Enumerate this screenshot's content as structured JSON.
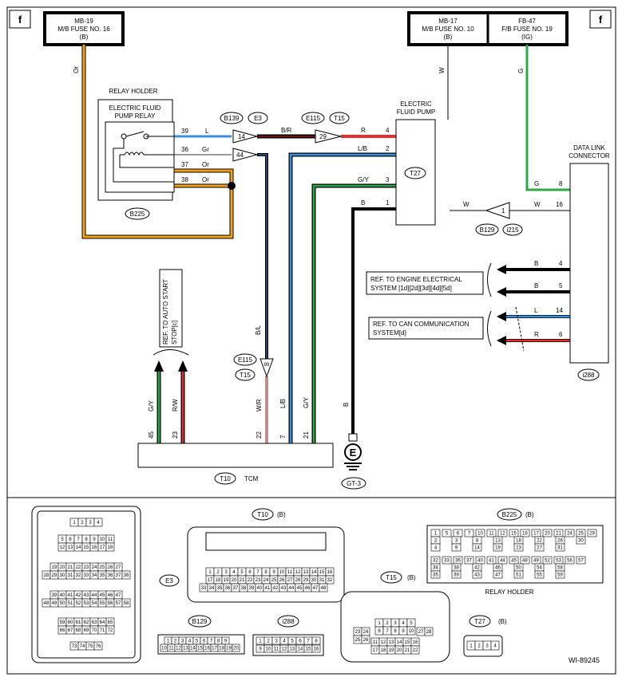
{
  "colors": {
    "orange": "#f5a21b",
    "blue": "#3b8fe0",
    "red": "#e03030",
    "green": "#2ca84a",
    "black": "#000000",
    "brown_red": "#8b1a1a",
    "white_stripe": "#ffffff"
  },
  "page_tags": {
    "left": "f",
    "right": "f"
  },
  "fuses": {
    "mb19": {
      "line1": "MB-19",
      "line2": "M/B FUSE NO. 16",
      "line3": "(B)"
    },
    "mb17": {
      "line1": "MB-17",
      "line2": "M/B FUSE NO. 10",
      "line3": "(B)"
    },
    "fb47": {
      "line1": "FB-47",
      "line2": "F/B FUSE NO. 19",
      "line3": "(IG)"
    }
  },
  "relay": {
    "holder_title": "RELAY HOLDER",
    "relay_title_1": "ELECTRIC FLUID",
    "relay_title_2": "PUMP RELAY",
    "connector": "B225",
    "pins": [
      "39",
      "36",
      "37",
      "38"
    ],
    "wire_colors": [
      "L",
      "Gr",
      "Or",
      "Or"
    ]
  },
  "pump": {
    "title_1": "ELECTRIC",
    "title_2": "FLUID PUMP",
    "connector": "T27",
    "pins": [
      "4",
      "2",
      "3",
      "1"
    ]
  },
  "dlc": {
    "title_1": "DATA LINK",
    "title_2": "CONNECTOR",
    "connector": "i288",
    "pins": [
      "8",
      "16",
      "4",
      "5",
      "14",
      "6"
    ]
  },
  "tcm": {
    "label": "TCM",
    "connector": "T10",
    "pins": [
      "45",
      "23",
      "22",
      "7",
      "21"
    ]
  },
  "ground": {
    "symbol": "E",
    "label": "GT-3"
  },
  "refs": {
    "auto_start_1": "REF. TO AUTO START",
    "auto_start_2": "STOP[c]",
    "engine_1": "REF. TO ENGINE ELECTRICAL",
    "engine_2": "SYSTEM [1d][2d][3d][4d][5d]",
    "can_1": "REF. TO CAN COMMUNICATION",
    "can_2": "SYSTEM[d]"
  },
  "wire_labels": {
    "or_v": "Or",
    "w_v": "W",
    "g_v": "G",
    "br": "B/R",
    "r": "R",
    "lb": "L/B",
    "gy": "G/Y",
    "b": "B",
    "bl": "B/L",
    "g_dlc": "G",
    "w_dlc": "W",
    "w_left": "W",
    "b4": "B",
    "b5": "B",
    "l14": "L",
    "r6": "R",
    "gy_tcm": "G/Y",
    "rw_tcm": "R/W",
    "wr_tcm": "W/R",
    "lb_tcm": "L/B",
    "gy_tcm2": "G/Y",
    "b_gnd": "B"
  },
  "joints": {
    "b139": "B139",
    "e3": "E3",
    "e115": "E115",
    "t15": "T15",
    "b129": "B129",
    "i215": "i215",
    "pin14": "14",
    "pin44": "44",
    "pin29": "29",
    "pin1": "1",
    "pin89": "89"
  },
  "lower_labels": {
    "e3": "E3",
    "t10": "T10",
    "t10_b": "(B)",
    "b225": "B225",
    "b225_b": "(B)",
    "relay_holder": "RELAY HOLDER",
    "t15": "T15",
    "t15_b": "(B)",
    "t27": "T27",
    "t27_b": "(B)",
    "b129": "B129",
    "i288": "i288",
    "figure_id": "WI-89245"
  },
  "pinouts": {
    "e3": [
      [
        "1",
        "2",
        "3",
        "4"
      ],
      [
        "5",
        "6",
        "7",
        "8",
        "9",
        "10",
        "11"
      ],
      [
        "12",
        "13",
        "14",
        "15",
        "16",
        "17",
        "18"
      ],
      [
        "19",
        "20",
        "21",
        "22",
        "23",
        "24",
        "25",
        "26",
        "27"
      ],
      [
        "28",
        "29",
        "30",
        "31",
        "32",
        "33",
        "34",
        "35",
        "36",
        "37",
        "38"
      ],
      [
        "39",
        "40",
        "41",
        "42",
        "43",
        "44",
        "45",
        "46",
        "47"
      ],
      [
        "48",
        "49",
        "50",
        "51",
        "52",
        "53",
        "54",
        "55",
        "56",
        "57",
        "58"
      ],
      [
        "59",
        "60",
        "61",
        "62",
        "63",
        "64",
        "65"
      ],
      [
        "66",
        "67",
        "68",
        "69",
        "70",
        "71",
        "72"
      ],
      [
        "73",
        "74",
        "75",
        "76"
      ]
    ],
    "t10": [
      [
        "1",
        "2",
        "3",
        "4",
        "5",
        "6",
        "7",
        "8",
        "9",
        "10",
        "11",
        "12",
        "13",
        "14",
        "15",
        "16"
      ],
      [
        "17",
        "18",
        "19",
        "20",
        "21",
        "22",
        "23",
        "24",
        "25",
        "26",
        "27",
        "28",
        "29",
        "30",
        "31",
        "32"
      ],
      [
        "33",
        "34",
        "35",
        "36",
        "37",
        "38",
        "39",
        "40",
        "41",
        "42",
        "43",
        "44",
        "45",
        "46",
        "47",
        "48"
      ]
    ],
    "t15": [
      [
        "1",
        "2",
        "3",
        "4",
        "5"
      ],
      [
        "6",
        "7",
        "8",
        "9",
        "10"
      ],
      [
        "11",
        "12",
        "13",
        "14",
        "15",
        "16"
      ],
      [
        "17",
        "18",
        "19",
        "20",
        "21",
        "22"
      ]
    ],
    "t15_side": [
      "23",
      "24",
      "25",
      "26",
      "27",
      "28"
    ],
    "b129": [
      [
        "1",
        "2",
        "3",
        "4",
        "5",
        "6",
        "7",
        "8",
        "9"
      ],
      [
        "10",
        "11",
        "12",
        "13",
        "14",
        "15",
        "16",
        "17",
        "18",
        "19",
        "20"
      ]
    ],
    "i288": [
      [
        "1",
        "2",
        "3",
        "4",
        "5",
        "6",
        "7",
        "8"
      ],
      [
        "9",
        "10",
        "11",
        "12",
        "13",
        "14",
        "15",
        "16"
      ]
    ],
    "t27": [
      "1",
      "2",
      "3",
      "4"
    ],
    "b225": [
      [
        "1",
        "5",
        "6",
        "7",
        "10",
        "11",
        "12",
        "15",
        "16",
        "17",
        "20",
        "21",
        "24",
        "25",
        "29"
      ],
      [
        "2",
        "3",
        "8",
        "13",
        "18",
        "22",
        "26",
        "30"
      ],
      [
        "4",
        "9",
        "14",
        "19",
        "23",
        "27",
        "31"
      ],
      [
        "32",
        "33",
        "36",
        "37",
        "40",
        "41",
        "44",
        "45",
        "48",
        "49",
        "52",
        "53",
        "56",
        "57"
      ],
      [
        "34",
        "38",
        "42",
        "46",
        "50",
        "54",
        "58"
      ],
      [
        "35",
        "39",
        "43",
        "47",
        "51",
        "55",
        "59"
      ]
    ]
  }
}
